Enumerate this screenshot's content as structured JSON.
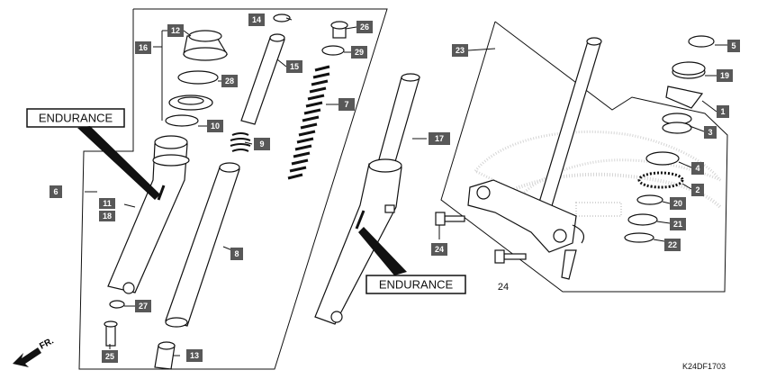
{
  "diagram": {
    "callouts": {
      "c1": "1",
      "c2": "2",
      "c3": "3",
      "c4": "4",
      "c5": "5",
      "c6": "6",
      "c7": "7",
      "c8": "8",
      "c9": "9",
      "c10": "10",
      "c11": "11",
      "c12": "12",
      "c13": "13",
      "c14": "14",
      "c15": "15",
      "c16": "16",
      "c17": "17",
      "c18": "18",
      "c19": "19",
      "c20": "20",
      "c21": "21",
      "c22": "22",
      "c23": "23",
      "c24": "24",
      "c24b": "24",
      "c25": "25",
      "c26": "26",
      "c27": "27",
      "c28": "28",
      "c29": "29"
    },
    "endurance_label_1": "ENDURANCE",
    "endurance_label_2": "ENDURANCE",
    "direction_label": "FR.",
    "diagram_code": "K24DF1703"
  }
}
